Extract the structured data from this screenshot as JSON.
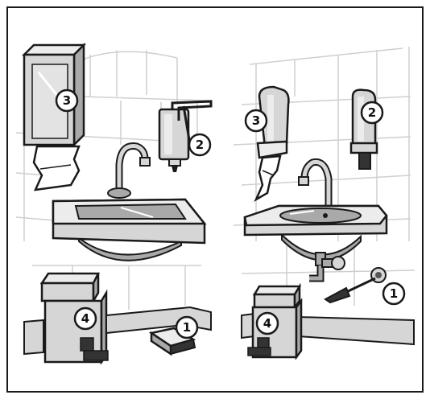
{
  "colors": {
    "outline": "#1a1a1a",
    "fixture": "#d6d6d6",
    "fixture_light": "#ececec",
    "fixture_dark": "#a9a9a9",
    "wall_line": "#cfcfcf",
    "badge_fill": "#ffffff"
  },
  "left_station": {
    "labels": {
      "pedal": "1",
      "soap_dispenser": "2",
      "towel_dispenser": "3",
      "waste_bin": "4"
    }
  },
  "right_station": {
    "labels": {
      "knee_lever": "1",
      "soap_dispenser": "2",
      "towel_dispenser": "3",
      "waste_bin": "4"
    }
  }
}
